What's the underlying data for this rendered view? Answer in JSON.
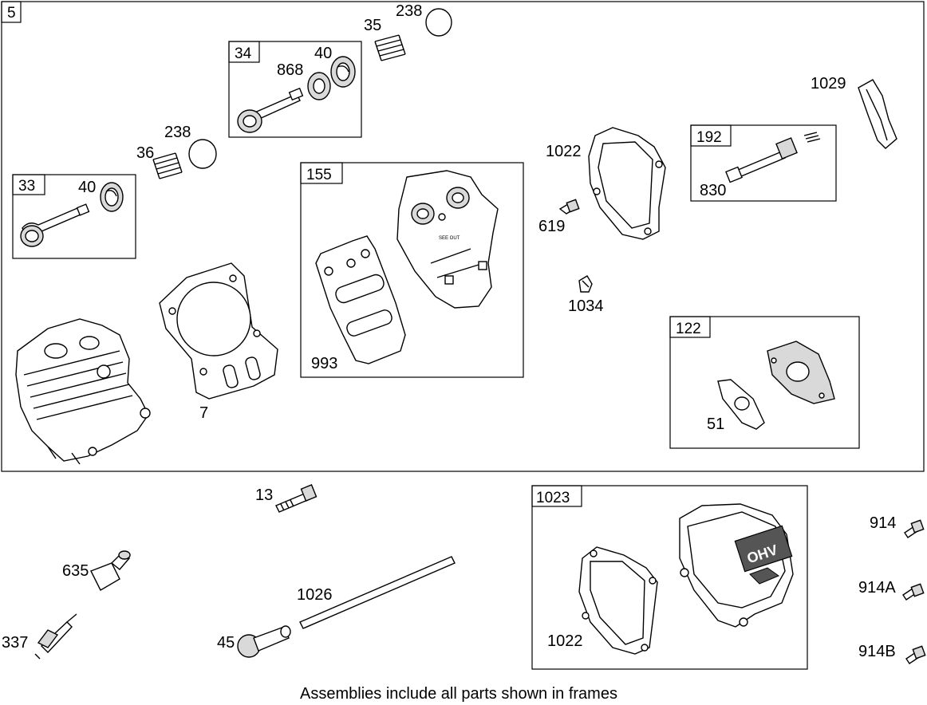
{
  "main_frame": {
    "tag": "5"
  },
  "frames": {
    "f33": {
      "tag": "33"
    },
    "f34": {
      "tag": "34"
    },
    "f155": {
      "tag": "155"
    },
    "f192": {
      "tag": "192"
    },
    "f122": {
      "tag": "122"
    },
    "f1023": {
      "tag": "1023"
    }
  },
  "labels": {
    "p238a": "238",
    "p35": "35",
    "p868": "868",
    "p40a": "40",
    "p238b": "238",
    "p36": "36",
    "p40b": "40",
    "p1029": "1029",
    "p1022a": "1022",
    "p830": "830",
    "p619": "619",
    "p1034": "1034",
    "p993": "993",
    "p7": "7",
    "p51": "51",
    "p13": "13",
    "p635": "635",
    "p337": "337",
    "p1026": "1026",
    "p45": "45",
    "p1022b": "1022",
    "p914": "914",
    "p914A": "914A",
    "p914B": "914B"
  },
  "stamps": {
    "ohv": "OHV",
    "see_out": "SEE OUT"
  },
  "caption": "Assemblies include all parts shown in frames"
}
